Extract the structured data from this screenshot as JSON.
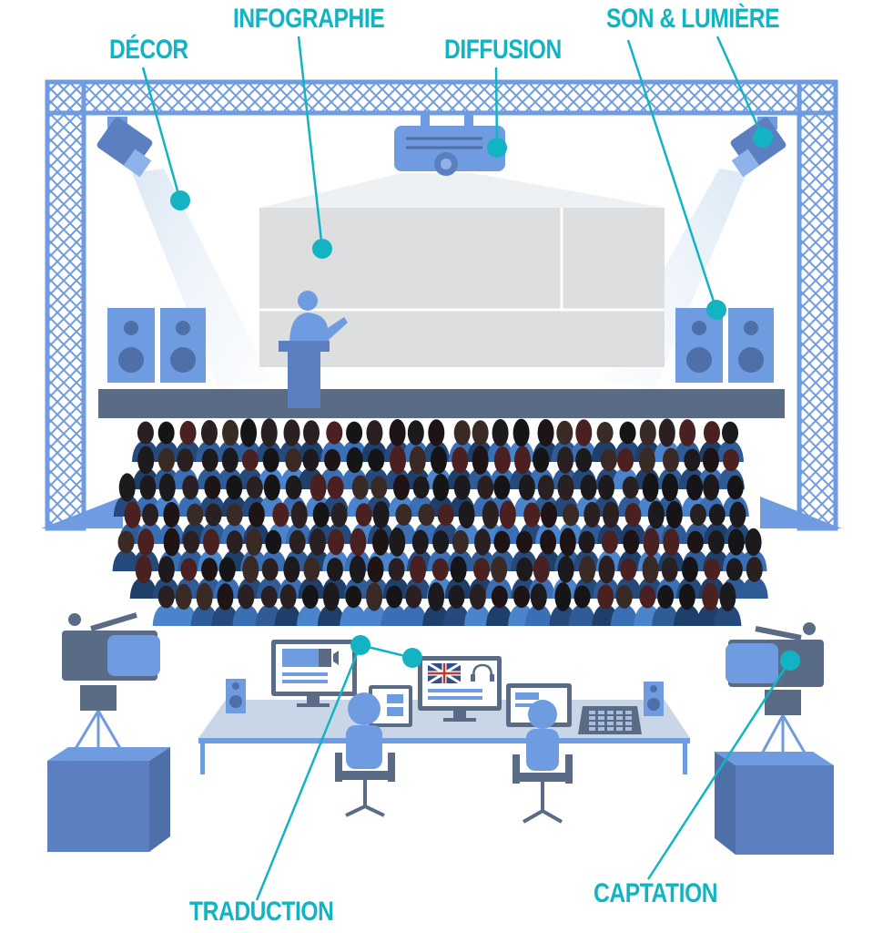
{
  "labels": {
    "decor": "DÉCOR",
    "infographie": "INFOGRAPHIE",
    "diffusion": "DIFFUSION",
    "son_lumiere": "SON & LUMIÈRE",
    "traduction": "TRADUCTION",
    "captation": "CAPTATION"
  },
  "colors": {
    "accent": "#12b4c3",
    "truss": "#6f9be0",
    "equipment": "#5b7fc0",
    "stage": "#5a6b85",
    "screen": "#dcdee0"
  },
  "icons": [
    "spotlight-icon",
    "projector-icon",
    "speaker-icon",
    "video-camera-icon",
    "monitor-icon",
    "mixing-console-icon",
    "headset-icon",
    "uk-flag-icon"
  ]
}
